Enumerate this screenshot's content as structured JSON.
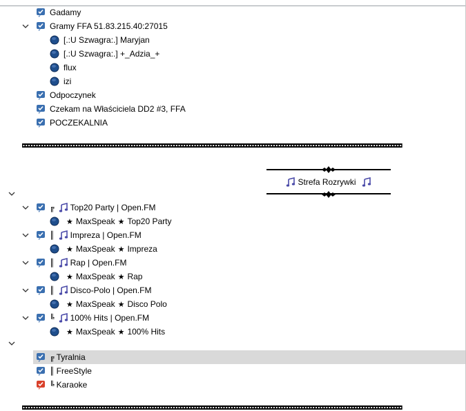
{
  "tree": {
    "channels_top": [
      {
        "label": "Gadamy"
      },
      {
        "label": "Gramy FFA 51.83.215.40:27015",
        "expanded": true,
        "clients": [
          "[.:U Szwagra:.] Maryjan",
          "[.:U Szwagra:.] +_Adzia_+",
          "flux",
          "izi"
        ]
      },
      {
        "label": "Odpoczynek"
      },
      {
        "label": "Czekam na Właściciela DD2 #3, FFA"
      },
      {
        "label": "POCZEKALNIA"
      }
    ],
    "spacer_pattern": "◘◘◘◘◘◘◘◘◘◘◘◘◘◘◘◘◘◘◘◘◘◘◘◘◘◘◘◘◘◘◘◘◘◘◘◘◘◘◘◘◘◘◘◘◘◘◘◘◘◘◘◘◘◘◘◘◘◘◘◘◘◘◘◘◘◘◘◘◘◘◘◘◘◘◘◘◘◘◘◘◘◘◘◘◘◘◘◘◘◘◘◘◘◘◘◘◘◘◘◘◘◘◘◘◘◘◘◘◘◘◘◘◘◘◘◘◘◘◘◘◘◘◘◘◘◘◘◘◘◘◘◘◘◘◘◘◘◘◘◘◘◘◘◘",
    "banner": {
      "title": "Strefa Rozrywki"
    },
    "radio": [
      {
        "prefix": "╔",
        "label": "Top20 Party | Open.FM",
        "client_a": "MaxSpeak",
        "client_b": "Top20 Party"
      },
      {
        "prefix": "║",
        "label": "Impreza | Open.FM",
        "client_a": "MaxSpeak",
        "client_b": "Impreza"
      },
      {
        "prefix": "║",
        "label": "Rap | Open.FM",
        "client_a": "MaxSpeak",
        "client_b": "Rap"
      },
      {
        "prefix": "║",
        "label": "Disco-Polo | Open.FM",
        "client_a": "MaxSpeak",
        "client_b": "Disco Polo"
      },
      {
        "prefix": "╚",
        "label": "100% Hits | Open.FM",
        "client_a": "MaxSpeak",
        "client_b": "100% Hits"
      }
    ],
    "rooms": [
      {
        "prefix": "╔",
        "label": "Tyralnia"
      },
      {
        "prefix": "║",
        "label": "FreeStyle"
      },
      {
        "prefix": "╚",
        "label": "Karaoke"
      }
    ],
    "colors": {
      "channel_icon": "#3a6fb0",
      "channel_icon_red": "#d9412b",
      "client_dot": "#1f4e8c",
      "note_icon": "#4a4aa8",
      "selected_row": "#d9d9d9"
    }
  }
}
